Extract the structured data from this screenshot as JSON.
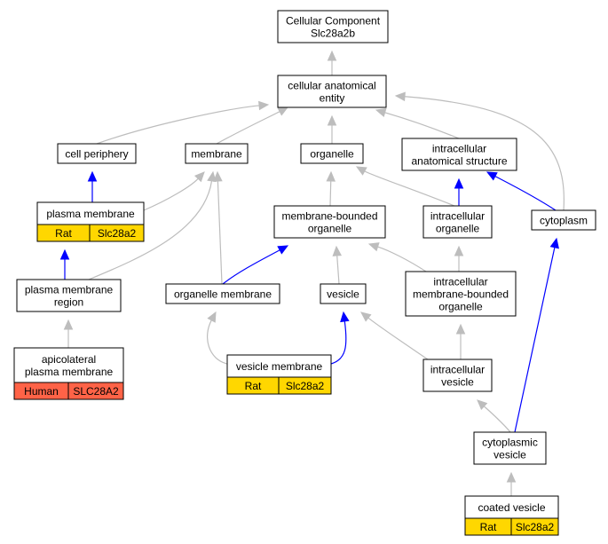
{
  "colors": {
    "is_a_edge": "#bdbdbd",
    "part_of_edge": "#0000ff",
    "rat_annotation": "#ffd700",
    "human_annotation": "#ff6347",
    "node_border": "#000000",
    "node_fill": "#ffffff"
  },
  "nodes": [
    {
      "id": "root",
      "lines": [
        "Cellular Component",
        "Slc28a2b"
      ]
    },
    {
      "id": "cae",
      "lines": [
        "cellular anatomical",
        "entity"
      ]
    },
    {
      "id": "periphery",
      "lines": [
        "cell periphery"
      ]
    },
    {
      "id": "membrane",
      "lines": [
        "membrane"
      ]
    },
    {
      "id": "organelle",
      "lines": [
        "organelle"
      ]
    },
    {
      "id": "ias",
      "lines": [
        "intracellular",
        "anatomical structure"
      ]
    },
    {
      "id": "pm",
      "lines": [
        "plasma membrane"
      ],
      "annotation": {
        "species": "Rat",
        "gene": "Slc28a2",
        "color": "rat"
      }
    },
    {
      "id": "mbo",
      "lines": [
        "membrane-bounded",
        "organelle"
      ]
    },
    {
      "id": "io",
      "lines": [
        "intracellular",
        "organelle"
      ]
    },
    {
      "id": "cyto",
      "lines": [
        "cytoplasm"
      ]
    },
    {
      "id": "pmr",
      "lines": [
        "plasma membrane",
        "region"
      ]
    },
    {
      "id": "om",
      "lines": [
        "organelle membrane"
      ]
    },
    {
      "id": "vesicle",
      "lines": [
        "vesicle"
      ]
    },
    {
      "id": "imbo",
      "lines": [
        "intracellular",
        "membrane-bounded",
        "organelle"
      ]
    },
    {
      "id": "apm",
      "lines": [
        "apicolateral",
        "plasma membrane"
      ],
      "annotation": {
        "species": "Human",
        "gene": "SLC28A2",
        "color": "human"
      }
    },
    {
      "id": "vm",
      "lines": [
        "vesicle membrane"
      ],
      "annotation": {
        "species": "Rat",
        "gene": "Slc28a2",
        "color": "rat"
      }
    },
    {
      "id": "iv",
      "lines": [
        "intracellular",
        "vesicle"
      ]
    },
    {
      "id": "cv",
      "lines": [
        "cytoplasmic",
        "vesicle"
      ]
    },
    {
      "id": "coated",
      "lines": [
        "coated vesicle"
      ],
      "annotation": {
        "species": "Rat",
        "gene": "Slc28a2",
        "color": "rat"
      }
    }
  ],
  "edges": [
    {
      "from": "cae",
      "to": "root",
      "type": "is_a"
    },
    {
      "from": "periphery",
      "to": "cae",
      "type": "is_a"
    },
    {
      "from": "membrane",
      "to": "cae",
      "type": "is_a"
    },
    {
      "from": "organelle",
      "to": "cae",
      "type": "is_a"
    },
    {
      "from": "ias",
      "to": "cae",
      "type": "is_a"
    },
    {
      "from": "cyto",
      "to": "cae",
      "type": "is_a"
    },
    {
      "from": "pm",
      "to": "periphery",
      "type": "part_of"
    },
    {
      "from": "pm",
      "to": "membrane",
      "type": "is_a"
    },
    {
      "from": "pmr",
      "to": "membrane",
      "type": "is_a"
    },
    {
      "from": "om",
      "to": "membrane",
      "type": "is_a"
    },
    {
      "from": "mbo",
      "to": "organelle",
      "type": "is_a"
    },
    {
      "from": "io",
      "to": "organelle",
      "type": "is_a"
    },
    {
      "from": "io",
      "to": "ias",
      "type": "part_of"
    },
    {
      "from": "cyto",
      "to": "ias",
      "type": "part_of"
    },
    {
      "from": "pmr",
      "to": "pm",
      "type": "part_of"
    },
    {
      "from": "om",
      "to": "mbo",
      "type": "part_of"
    },
    {
      "from": "vesicle",
      "to": "mbo",
      "type": "is_a"
    },
    {
      "from": "imbo",
      "to": "mbo",
      "type": "is_a"
    },
    {
      "from": "imbo",
      "to": "io",
      "type": "is_a"
    },
    {
      "from": "apm",
      "to": "pmr",
      "type": "is_a"
    },
    {
      "from": "vm",
      "to": "om",
      "type": "is_a"
    },
    {
      "from": "vm",
      "to": "vesicle",
      "type": "part_of"
    },
    {
      "from": "iv",
      "to": "vesicle",
      "type": "is_a"
    },
    {
      "from": "iv",
      "to": "imbo",
      "type": "is_a"
    },
    {
      "from": "cv",
      "to": "iv",
      "type": "is_a"
    },
    {
      "from": "cv",
      "to": "cyto",
      "type": "part_of"
    },
    {
      "from": "coated",
      "to": "cv",
      "type": "is_a"
    }
  ]
}
